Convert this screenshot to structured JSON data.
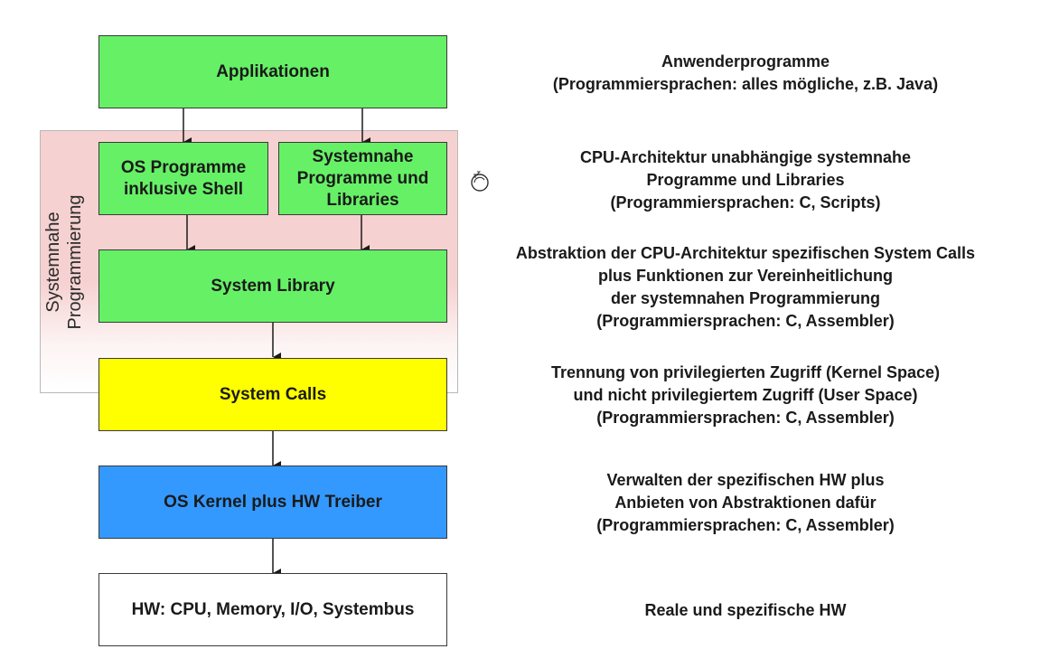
{
  "region": {
    "label_line1": "Systemnahe",
    "label_line2": "Programmierung",
    "fill_color": "#f6d1d1"
  },
  "boxes": {
    "applikationen": "Applikationen",
    "os_programme_line1": "OS Programme",
    "os_programme_line2": "inklusive Shell",
    "systemnahe_line1": "Systemnahe",
    "systemnahe_line2": "Programme und",
    "systemnahe_line3": "Libraries",
    "system_library": "System Library",
    "system_calls": "System Calls",
    "os_kernel": "OS Kernel plus HW Treiber",
    "hardware": "HW: CPU, Memory, I/O, Systembus"
  },
  "colors": {
    "green": "#66f066",
    "yellow": "#ffff00",
    "blue": "#3399ff",
    "white": "#ffffff"
  },
  "descriptions": {
    "applikationen": [
      "Anwenderprogramme",
      "(Programmiersprachen: alles mögliche, z.B. Java)"
    ],
    "systemnahe_programme": [
      "CPU-Architektur unabhängige systemnahe",
      "Programme und Libraries",
      "(Programmiersprachen: C, Scripts)"
    ],
    "system_library": [
      "Abstraktion der CPU-Architektur spezifischen System Calls",
      "plus Funktionen zur Vereinheitlichung",
      "der systemnahen Programmierung",
      "(Programmiersprachen: C, Assembler)"
    ],
    "system_calls": [
      "Trennung von privilegierten Zugriff (Kernel Space)",
      "und nicht privilegiertem Zugriff (User Space)",
      "(Programmiersprachen: C, Assembler)"
    ],
    "os_kernel": [
      "Verwalten der spezifischen HW plus",
      "Anbieten von Abstraktionen dafür",
      "(Programmiersprachen: C, Assembler)"
    ],
    "hardware": [
      "Reale und spezifische HW"
    ]
  },
  "icons": {
    "cursor": "busy-cursor-icon"
  }
}
